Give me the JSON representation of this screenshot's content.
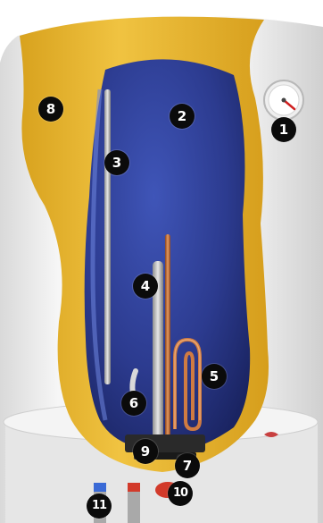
{
  "labels": {
    "l1": "1",
    "l2": "2",
    "l3": "3",
    "l4": "4",
    "l5": "5",
    "l6": "6",
    "l7": "7",
    "l8": "8",
    "l9": "9",
    "l10": "10",
    "l11": "11"
  },
  "colors": {
    "background": "#ffffff",
    "casing": "#f2f2f2",
    "insulation_foam": "#e8b832",
    "inner_tank": "#2d3a8c",
    "anode_rod": "#bdbdbd",
    "copper_heating_element": "#c8703a",
    "marker_fill": "#0b0b0b",
    "marker_text": "#ffffff",
    "thermometer_needle": "#d02020",
    "cold_pipe": "#3a6ad6",
    "hot_pipe": "#d23a2a"
  }
}
